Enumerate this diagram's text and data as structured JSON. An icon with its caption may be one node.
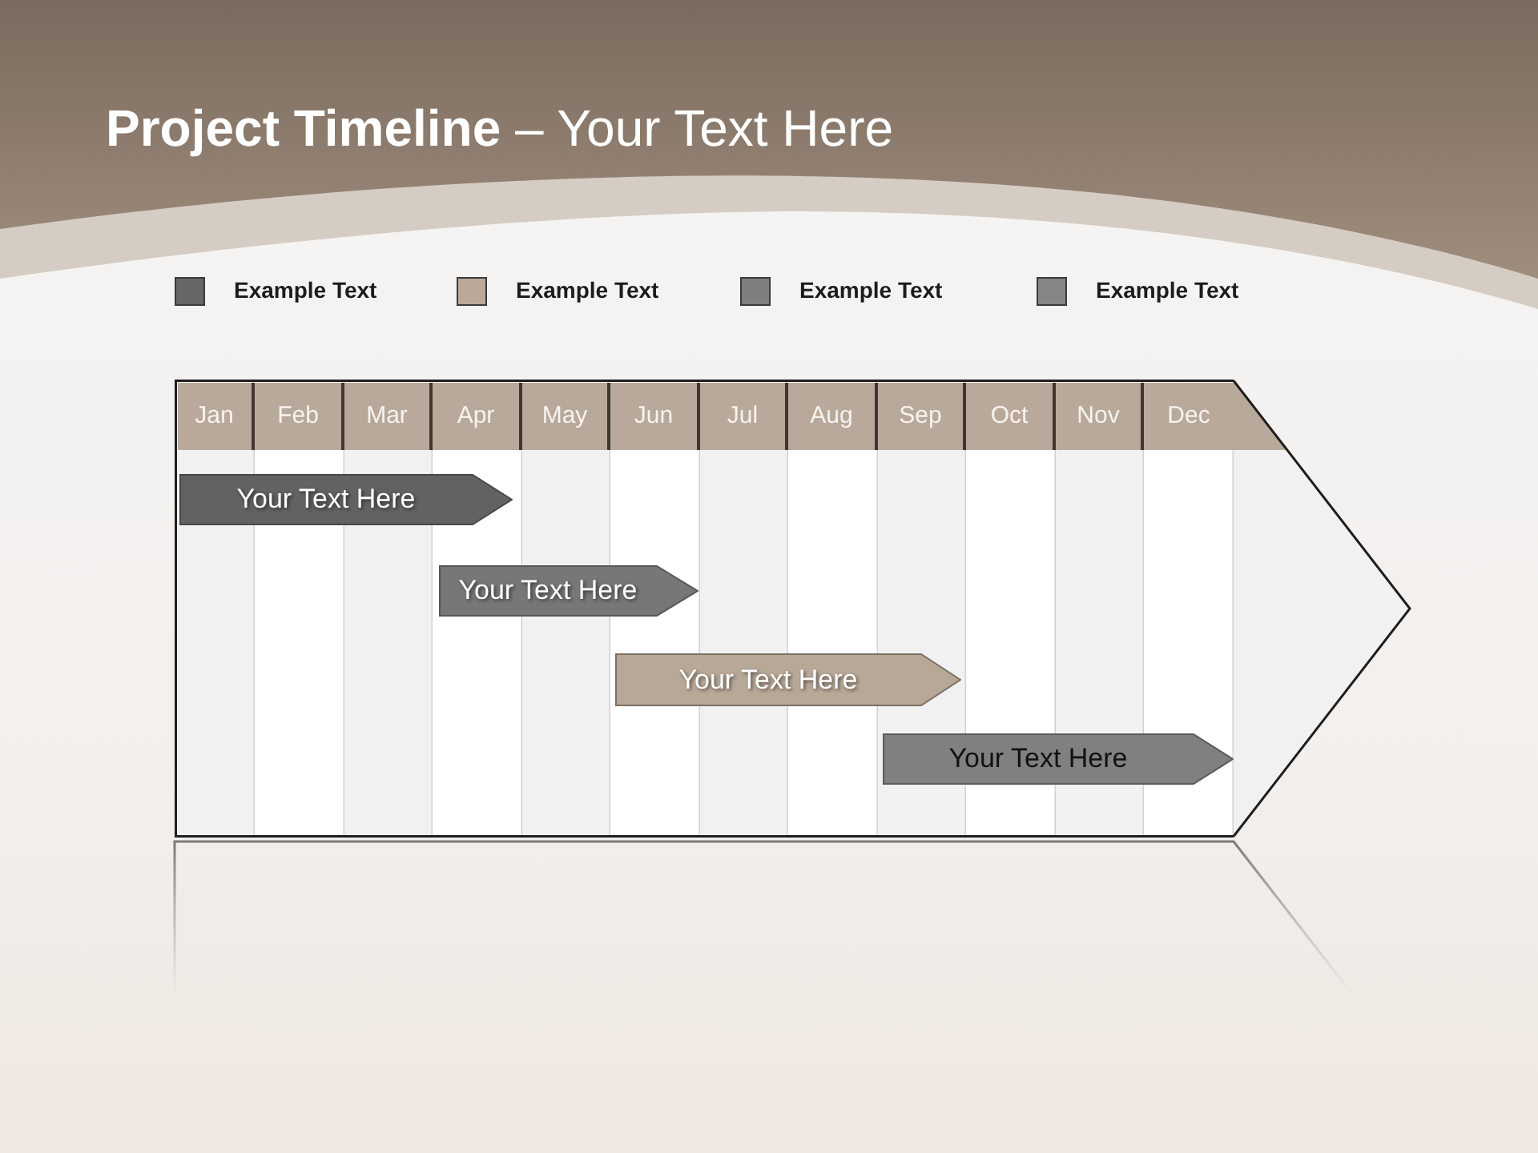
{
  "diagram": {
    "title": "**Project Timeline** – Your Text Here",
    "nodes": [
      {
        "text": [],
        "shape": "arrow"
      },
      {
        "text": [
          "Jan"
        ],
        "in": 0
      },
      {
        "text": [
          "Feb"
        ],
        "in": 0
      },
      {
        "text": [
          "Mar"
        ],
        "in": 0
      },
      {
        "text": [
          "Apr"
        ],
        "in": 0
      },
      {
        "text": [
          "May"
        ],
        "in": 0
      },
      {
        "text": [
          "Jun"
        ],
        "in": 0
      },
      {
        "text": [
          "Jul"
        ],
        "in": 0
      },
      {
        "text": [
          "Aug"
        ],
        "in": 0
      },
      {
        "text": [
          "Sep"
        ],
        "in": 0
      },
      {
        "text": [
          "Oct"
        ],
        "in": 0
      },
      {
        "text": [
          "Nov"
        ],
        "in": 0
      },
      {
        "text": [
          "Dec"
        ],
        "in": 0
      },
      {
        "text": [
          "Your Text Here"
        ],
        "in": 0
      },
      {
        "text": [
          "Your Text Here"
        ],
        "in": 0
      },
      {
        "text": [
          "Your Text Here"
        ],
        "in": 0
      },
      {
        "text": [
          "Your Text Here"
        ],
        "in": 0
      }
    ],
    "legend": [
      {
        "text": "Example Text",
        "color": "#666666"
      },
      {
        "text": "Example Text",
        "color": "#baa898"
      },
      {
        "text": "Example Text",
        "color": "#7f7f7f"
      },
      {
        "text": "Example Text",
        "color": "#858585"
      }
    ]
  }
}
